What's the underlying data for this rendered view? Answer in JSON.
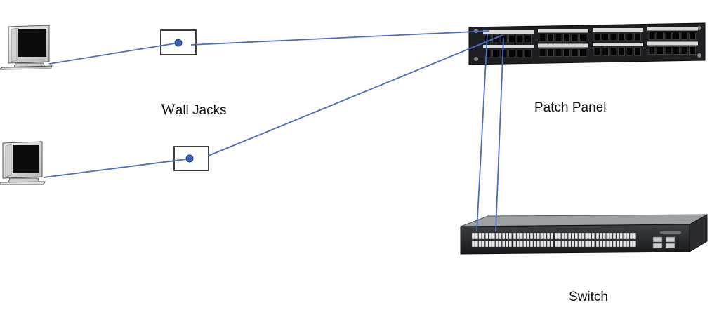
{
  "labels": {
    "wall_jacks_initial": "W",
    "wall_jacks_rest": "all Jacks",
    "patch_panel": "Patch Panel",
    "switch": "Switch"
  },
  "colors": {
    "cable": "#4a6fbf",
    "jack_dot": "#3a63b8",
    "device_dark": "#1c1d20"
  },
  "icons": [
    "computer-icon",
    "wall-jack-icon",
    "patch-panel-icon",
    "network-switch-icon"
  ]
}
